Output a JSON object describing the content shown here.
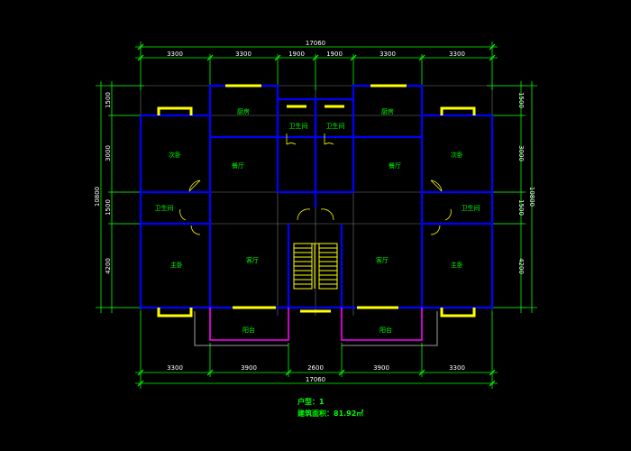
{
  "dimensions": {
    "top_segments": [
      "3300",
      "3300",
      "1900",
      "1900",
      "3300",
      "3300"
    ],
    "top_total": "17060",
    "bottom_segments": [
      "3300",
      "3900",
      "2600",
      "3900",
      "3300"
    ],
    "bottom_total": "17060",
    "left_segments": [
      "1500",
      "3000",
      "1500",
      "4200"
    ],
    "left_total": "10800",
    "right_segments": [
      "1500",
      "3000",
      "1500",
      "4200"
    ],
    "right_total": "10800"
  },
  "rooms": {
    "kitchen_left": "厨房",
    "kitchen_right": "厨房",
    "bathroom_top_left": "卫生间",
    "bathroom_top_right": "卫生间",
    "bedroom_secondary_left": "次卧",
    "bedroom_secondary_right": "次卧",
    "dining_left": "餐厅",
    "dining_right": "餐厅",
    "bathroom_side_left": "卫生间",
    "bathroom_side_right": "卫生间",
    "bedroom_master_left": "主卧",
    "bedroom_master_right": "主卧",
    "living_left": "客厅",
    "living_right": "客厅",
    "balcony_left": "阳台",
    "balcony_right": "阳台"
  },
  "caption": {
    "unit_type": "户型：1",
    "area": "建筑面积：81.92㎡"
  },
  "colors": {
    "dimension_line": "#00ff00",
    "axis_line": "#808080",
    "wall": "#0000ff",
    "window": "#ffff00",
    "balcony": "#ff00ff",
    "door": "#ffff00",
    "text": "#00ff00",
    "dimension_text": "#ffffff"
  }
}
